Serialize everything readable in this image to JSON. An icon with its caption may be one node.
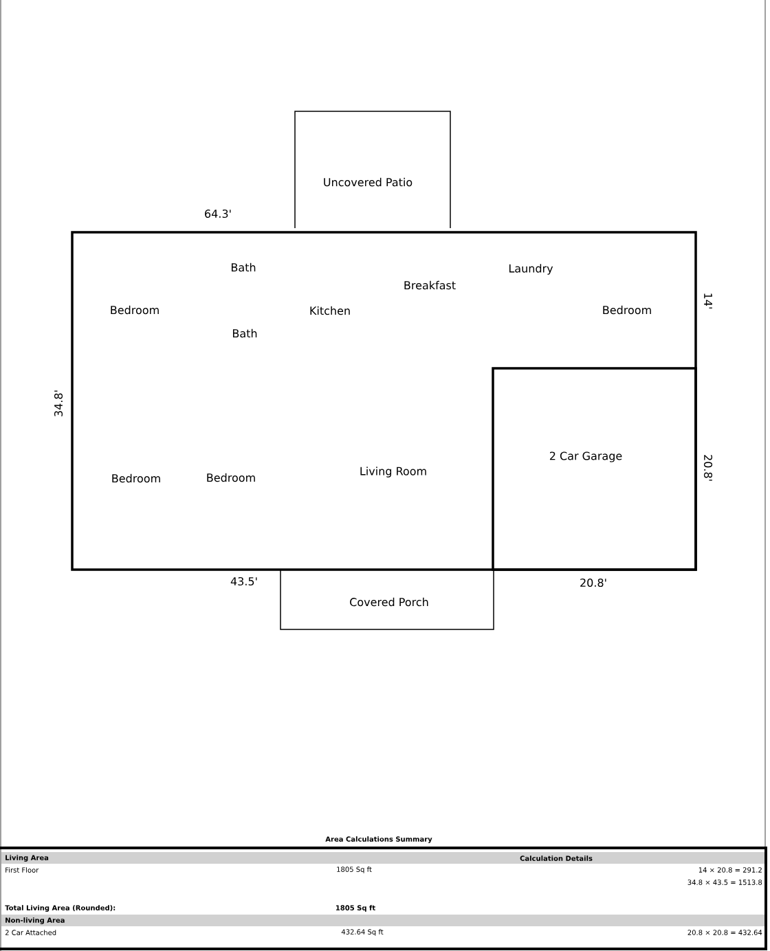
{
  "diagram": {
    "nodes": [
      {
        "text": [
          "Bath",
          "Breakfast",
          "Laundry",
          "Bedroom",
          "Kitchen",
          "Bedroom",
          "Bath",
          "Bedroom",
          "Bedroom",
          "Living Room"
        ]
      },
      {
        "text": [
          "2 Car Garage"
        ],
        "in": 0
      },
      {
        "text": [
          "Uncovered Patio"
        ]
      },
      {
        "text": [
          "Covered Porch"
        ]
      }
    ],
    "labels": [
      "64.3'",
      "14'",
      "34.8'",
      "20.8'",
      "43.5'",
      "20.8'",
      "Area Calculations Summary",
      "Living Area",
      "Calculation Details",
      "First Floor",
      "1805 Sq ft",
      "14 × 20.8 = 291.2",
      "34.8 × 43.5 = 1513.8",
      "Total Living Area (Rounded):",
      "1805 Sq ft",
      "Non-living Area",
      "2 Car Attached",
      "432.64 Sq ft",
      "20.8 × 20.8 = 432.64"
    ]
  }
}
